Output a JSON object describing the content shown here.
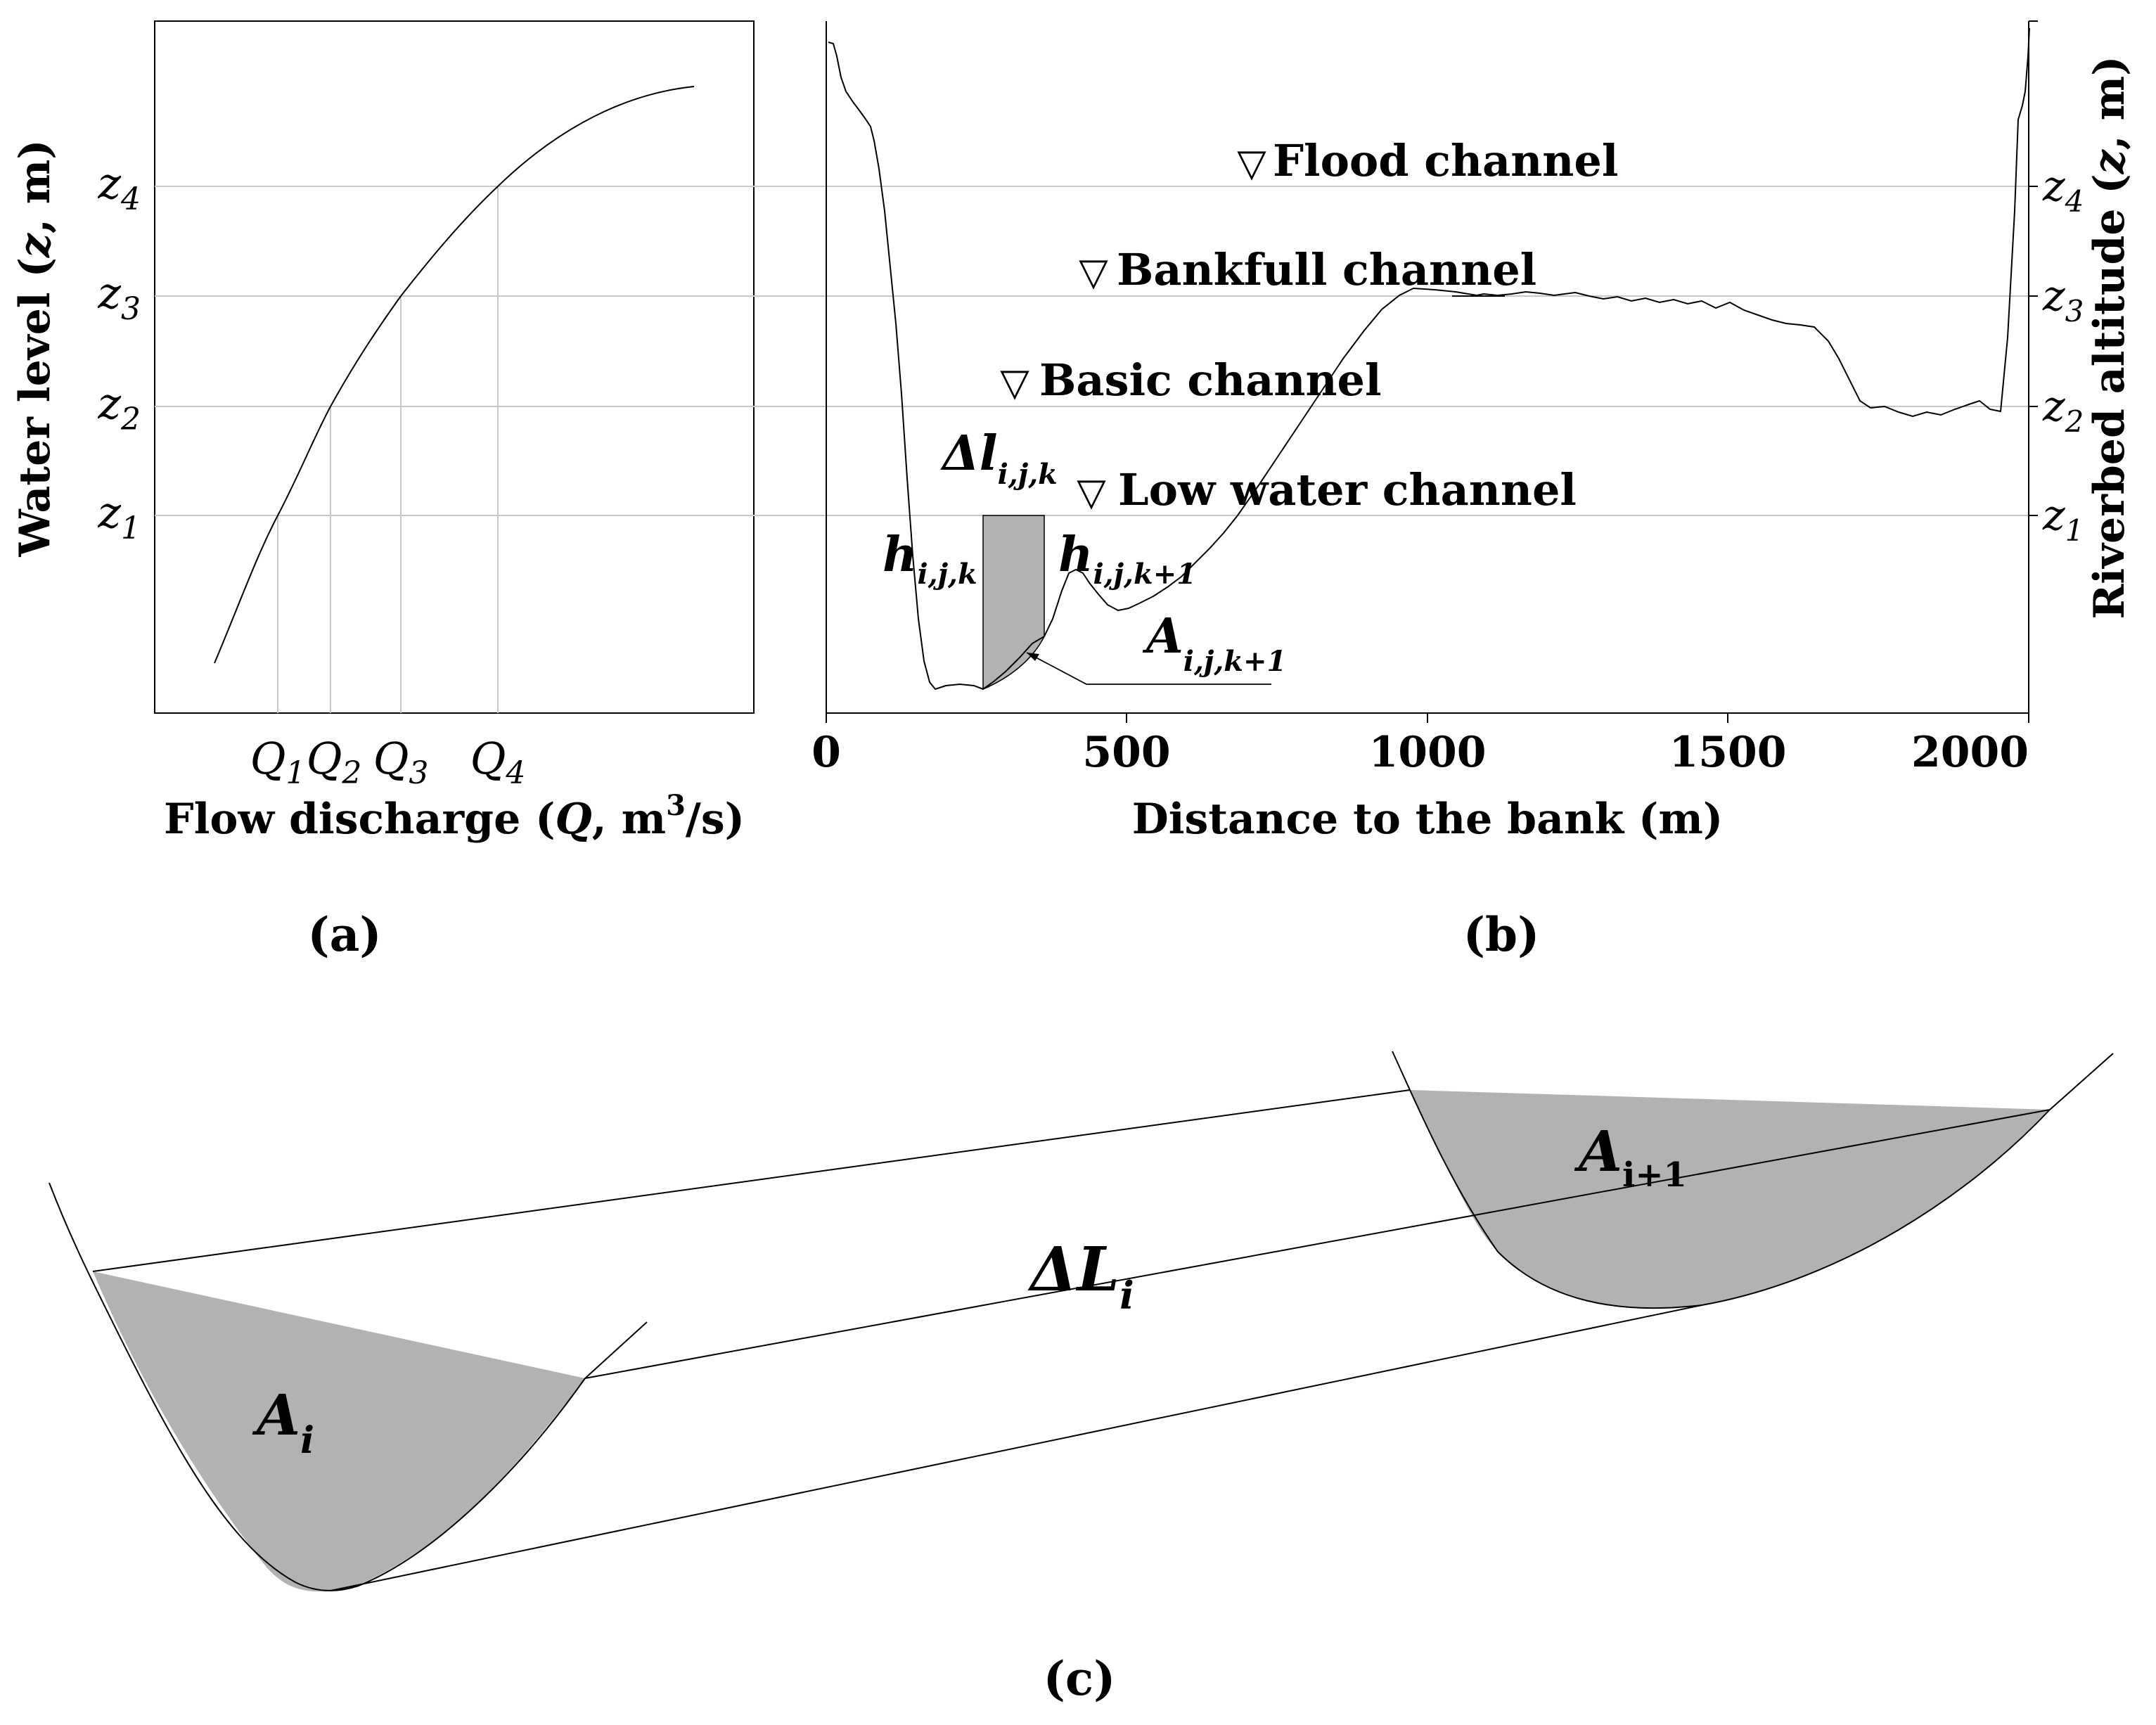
{
  "panel_a": {
    "caption": "(a)",
    "xlabel_main": "Flow discharge (",
    "xlabel_var": "Q",
    "xlabel_unit": ", m",
    "xlabel_exp": "3",
    "xlabel_end": "/s)",
    "ylabel_main": "Water level (",
    "ylabel_var": "z",
    "ylabel_end": ", m)",
    "q_ticks": [
      {
        "base": "Q",
        "sub": "1"
      },
      {
        "base": "Q",
        "sub": "2"
      },
      {
        "base": "Q",
        "sub": "3"
      },
      {
        "base": "Q",
        "sub": "4"
      }
    ],
    "z_ticks": [
      {
        "base": "z",
        "sub": "1"
      },
      {
        "base": "z",
        "sub": "2"
      },
      {
        "base": "z",
        "sub": "3"
      },
      {
        "base": "z",
        "sub": "4"
      }
    ]
  },
  "panel_b": {
    "caption": "(b)",
    "xlabel": "Distance to the bank (m)",
    "ylabel_main": "Riverbed altitude (",
    "ylabel_var": "z",
    "ylabel_end": ", m)",
    "x_ticks": [
      "0",
      "500",
      "1000",
      "1500",
      "2000"
    ],
    "z_ticks": [
      {
        "base": "z",
        "sub": "1"
      },
      {
        "base": "z",
        "sub": "2"
      },
      {
        "base": "z",
        "sub": "3"
      },
      {
        "base": "z",
        "sub": "4"
      }
    ],
    "channels": [
      "Flood channel",
      "Bankfull channel",
      "Basic channel",
      "Low water channel"
    ],
    "marker": "▽",
    "delta_l": {
      "base": "Δl",
      "sub": "i,j,k"
    },
    "h_left": {
      "base": "h",
      "sub": "i,j,k"
    },
    "h_right": {
      "base": "h",
      "sub": "i,j,k+1"
    },
    "area": {
      "base": "A",
      "sub": "i,j,k+1"
    }
  },
  "panel_c": {
    "caption": "(c)",
    "area_left": {
      "base": "A",
      "sub": "i"
    },
    "area_right": {
      "base": "A",
      "sub": "i+1"
    },
    "reach": {
      "base": "ΔL",
      "sub": "i"
    }
  },
  "colors": {
    "fill": "#b2b2b2",
    "grid": "#c8c8c8",
    "ink": "#000000"
  }
}
